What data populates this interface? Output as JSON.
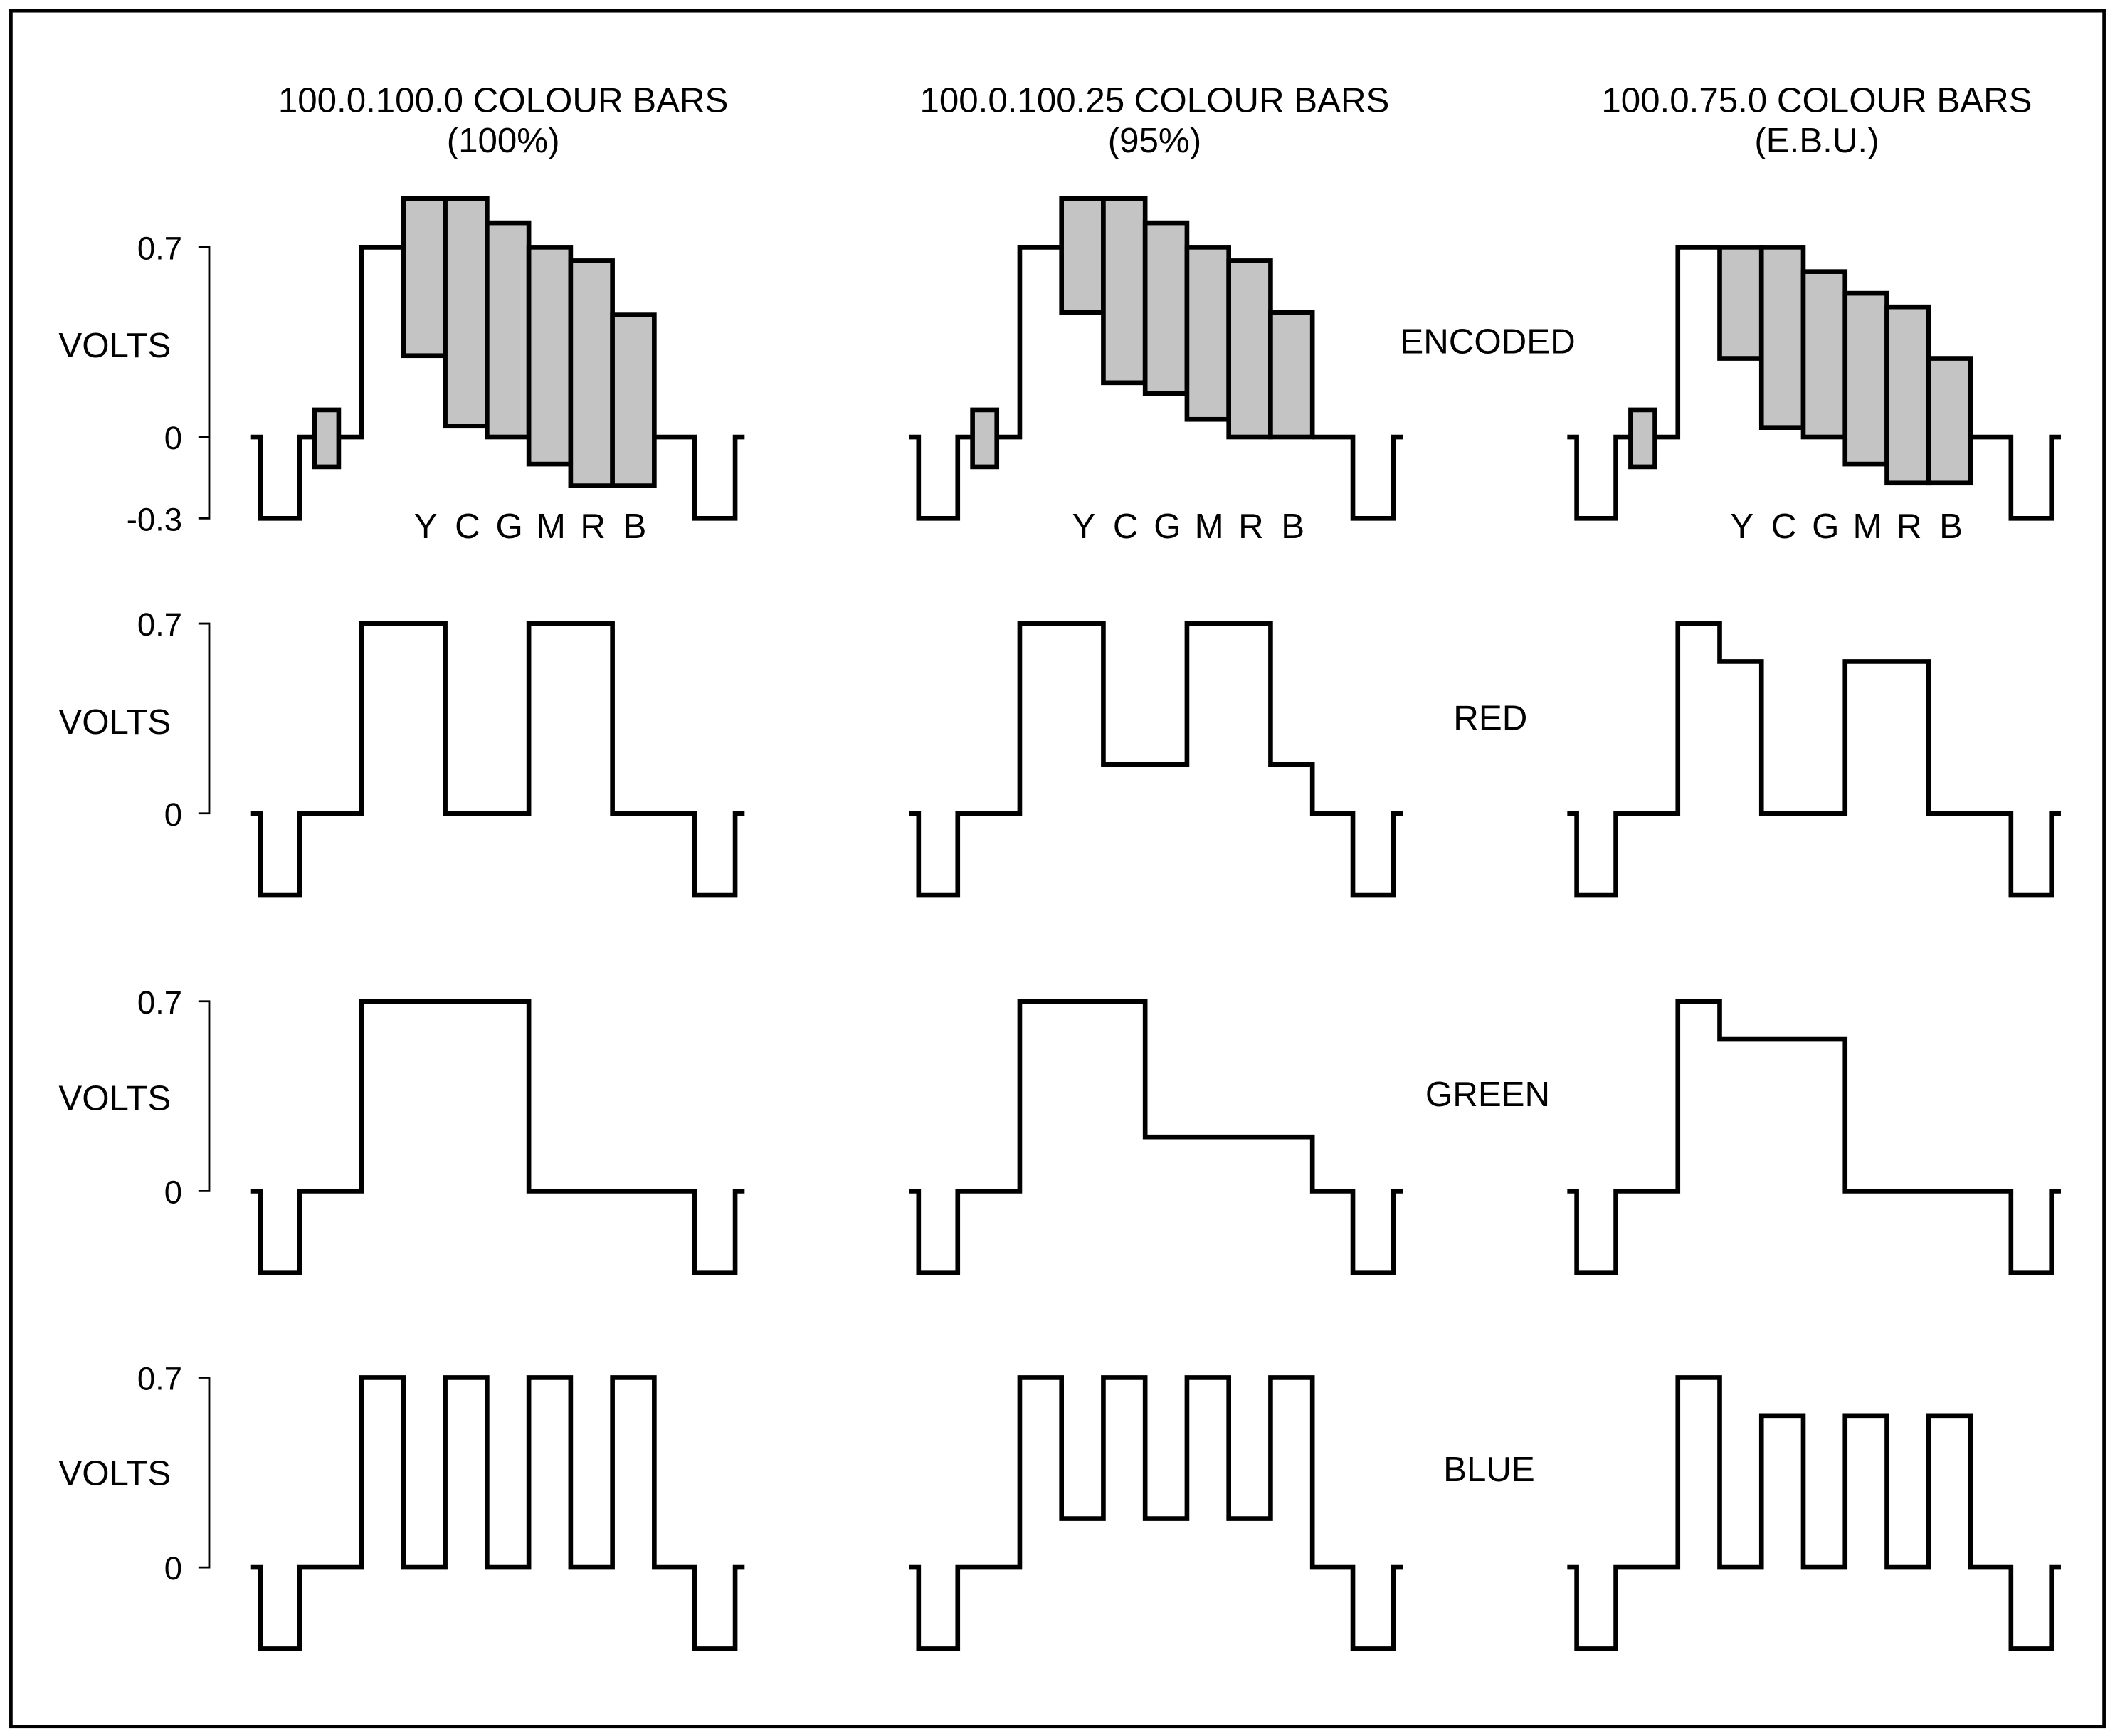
{
  "columns": [
    {
      "title": "100.0.100.0 COLOUR BARS",
      "subtitle": "(100%)"
    },
    {
      "title": "100.0.100.25 COLOUR BARS",
      "subtitle": "(95%)"
    },
    {
      "title": "100.0.75.0 COLOUR BARS",
      "subtitle": "(E.B.U.)"
    }
  ],
  "rows": [
    {
      "label": "ENCODED",
      "axis_label": "VOLTS",
      "ticks": [
        "0.7",
        "0",
        "-0.3"
      ]
    },
    {
      "label": "RED",
      "axis_label": "VOLTS",
      "ticks": [
        "0.7",
        "0"
      ]
    },
    {
      "label": "GREEN",
      "axis_label": "VOLTS",
      "ticks": [
        "0.7",
        "0"
      ]
    },
    {
      "label": "BLUE",
      "axis_label": "VOLTS",
      "ticks": [
        "0.7",
        "0"
      ]
    }
  ],
  "bar_letters": [
    "Y",
    "C",
    "G",
    "M",
    "R",
    "B"
  ],
  "waveforms": {
    "units": "volts",
    "sync_level": -0.3,
    "burst_range": [
      -0.11,
      0.1
    ],
    "encoded": [
      {
        "white": 0.7,
        "bars_top": [
          0.88,
          0.88,
          0.79,
          0.7,
          0.65,
          0.45
        ],
        "bars_bottom": [
          0.3,
          0.04,
          0.0,
          -0.1,
          -0.18,
          -0.18
        ]
      },
      {
        "white": 0.7,
        "bars_top": [
          0.88,
          0.88,
          0.79,
          0.7,
          0.65,
          0.46
        ],
        "bars_bottom": [
          0.46,
          0.2,
          0.16,
          0.065,
          0.0,
          0.0
        ]
      },
      {
        "white": 0.7,
        "bars_top": [
          0.7,
          0.7,
          0.61,
          0.53,
          0.48,
          0.29
        ],
        "bars_bottom": [
          0.29,
          0.035,
          0.0,
          -0.1,
          -0.17,
          -0.17
        ]
      }
    ],
    "red": [
      [
        0.7,
        0.7,
        0,
        0,
        0.7,
        0.7,
        0
      ],
      [
        0.7,
        0.7,
        0.18,
        0.18,
        0.7,
        0.7,
        0.18
      ],
      [
        0.7,
        0.56,
        0,
        0,
        0.56,
        0.56,
        0
      ]
    ],
    "green": [
      [
        0.7,
        0.7,
        0.7,
        0.7,
        0,
        0,
        0
      ],
      [
        0.7,
        0.7,
        0.7,
        0.2,
        0.2,
        0.2,
        0.2
      ],
      [
        0.7,
        0.56,
        0.56,
        0.56,
        0,
        0,
        0
      ]
    ],
    "blue": [
      [
        0.7,
        0,
        0.7,
        0,
        0.7,
        0,
        0.7
      ],
      [
        0.7,
        0.18,
        0.7,
        0.18,
        0.7,
        0.18,
        0.7
      ],
      [
        0.7,
        0,
        0.56,
        0,
        0.56,
        0,
        0.56
      ]
    ]
  }
}
